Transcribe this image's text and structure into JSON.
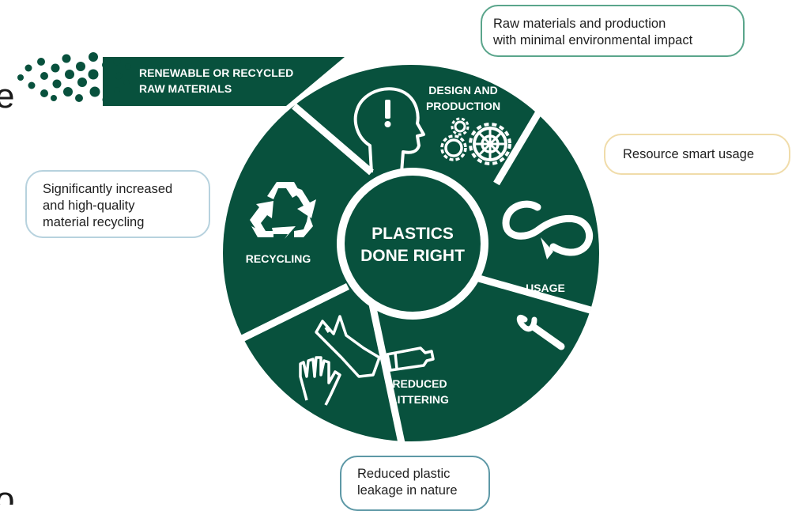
{
  "colors": {
    "primary_green": "#08513d",
    "bubble_raw_border": "#5aa58b",
    "bubble_usage_border": "#f0dcaa",
    "bubble_recycling_border": "#b7d2de",
    "bubble_litter_border": "#5d98a6"
  },
  "center": {
    "line1": "PLASTICS",
    "line2": "DONE RIGHT"
  },
  "banner": {
    "line1": "RENEWABLE OR RECYCLED",
    "line2": "RAW MATERIALS",
    "icon": "particle-dots-icon"
  },
  "segments": {
    "design": {
      "line1": "DESIGN AND",
      "line2": "PRODUCTION",
      "icons": [
        "head-exclamation-icon",
        "gears-icon"
      ]
    },
    "usage": {
      "label": "USAGE",
      "icons": [
        "infinity-loop-icon",
        "wrench-icon"
      ]
    },
    "littering": {
      "line1": "REDUCED",
      "line2": "LITTERING",
      "icons": [
        "hand-icon",
        "plastic-bag-icon",
        "bottle-icon"
      ]
    },
    "recycling": {
      "label": "RECYCLING",
      "icons": [
        "recycle-icon"
      ]
    }
  },
  "bubbles": {
    "raw_materials": "Raw materials and production\nwith minimal environmental impact",
    "usage": "Resource smart usage",
    "recycling": "Significantly increased\nand high-quality\nmaterial recycling",
    "littering": "Reduced plastic\nleakage in nature"
  },
  "edge_fragments": {
    "top": "e",
    "bottom": "o"
  }
}
